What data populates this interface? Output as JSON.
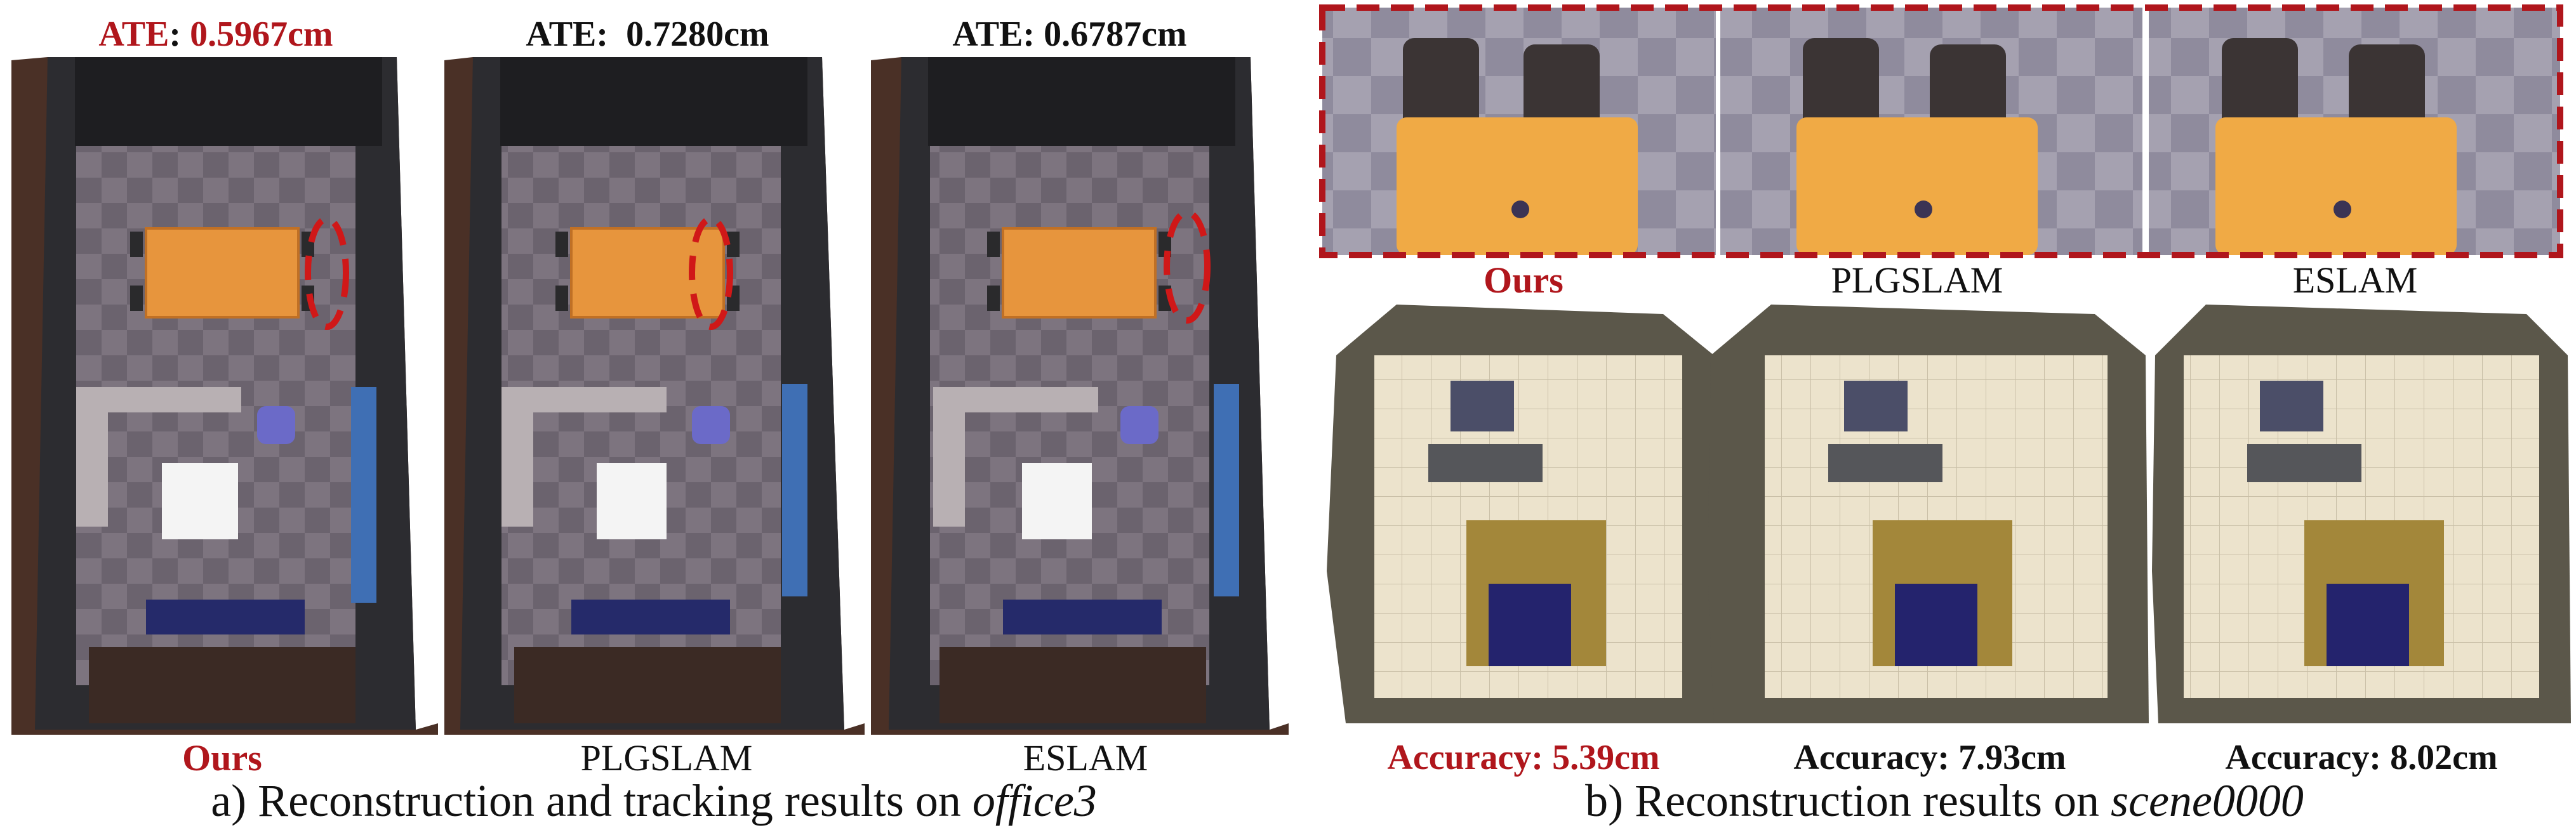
{
  "panel_a": {
    "ate_labels": [
      {
        "prefix": "ATE",
        "sep": ":",
        "value": " 0.5967cm",
        "highlight": true
      },
      {
        "prefix": "ATE",
        "sep": ":",
        "value": "  0.7280cm",
        "highlight": false
      },
      {
        "prefix": "ATE",
        "sep": ":",
        "value": " 0.6787cm",
        "highlight": false
      }
    ],
    "methods": [
      "Ours",
      "PLGSLAM",
      "ESLAM"
    ],
    "caption_prefix": "a) Reconstruction and tracking results on ",
    "caption_scene": "office3"
  },
  "panel_b": {
    "methods": [
      "Ours",
      "PLGSLAM",
      "ESLAM"
    ],
    "accuracy_labels": [
      {
        "text": "Accuracy: 5.39cm",
        "highlight": true
      },
      {
        "text": "Accuracy: 7.93cm",
        "highlight": false
      },
      {
        "text": "Accuracy: 8.02cm",
        "highlight": false
      }
    ],
    "caption_prefix": "b) Reconstruction results on ",
    "caption_scene": "scene0000"
  },
  "colors": {
    "highlight_red": "#b0161c",
    "text": "#111111"
  }
}
